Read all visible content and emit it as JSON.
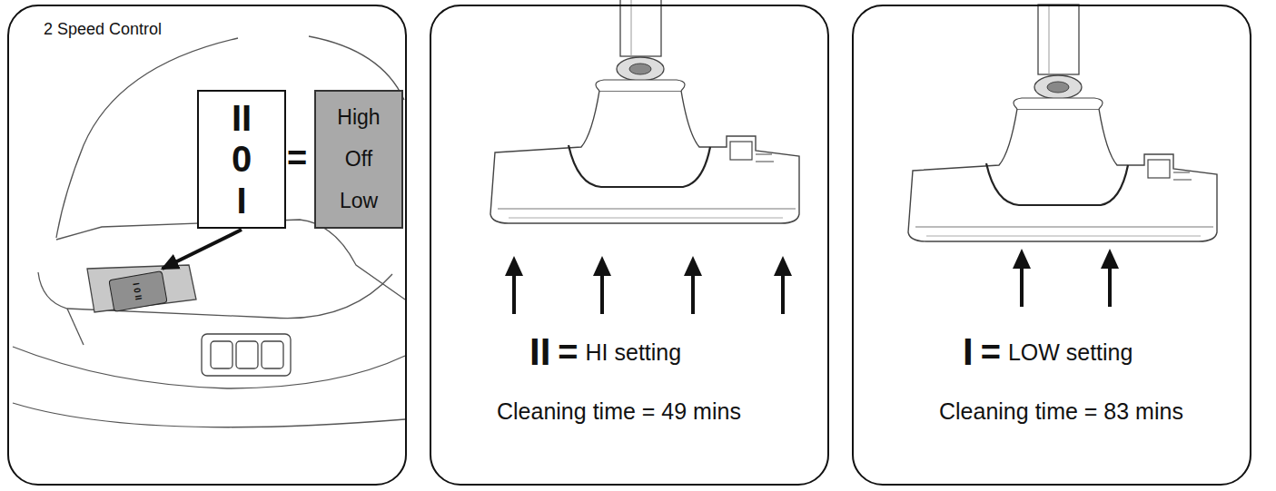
{
  "diagram": {
    "nodes": [
      {
        "text": [
          "2 Speed Control"
        ]
      },
      {
        "text": [
          "II",
          "0",
          "I"
        ],
        "in": 0
      },
      {
        "text": [
          "High",
          "Off",
          "Low"
        ],
        "in": 0
      },
      {
        "text": [
          "II 0 I"
        ],
        "in": 0
      },
      {
        "text": [
          "II",
          "=",
          "HI setting",
          "Cleaning time = 49 mins"
        ]
      },
      {
        "text": [
          "I",
          "=",
          "LOW setting",
          "Cleaning time = 83 mins"
        ]
      }
    ],
    "edges": [
      {
        "from": 1,
        "to": 3,
        "arrow": "to"
      }
    ],
    "labels": [
      "="
    ]
  }
}
